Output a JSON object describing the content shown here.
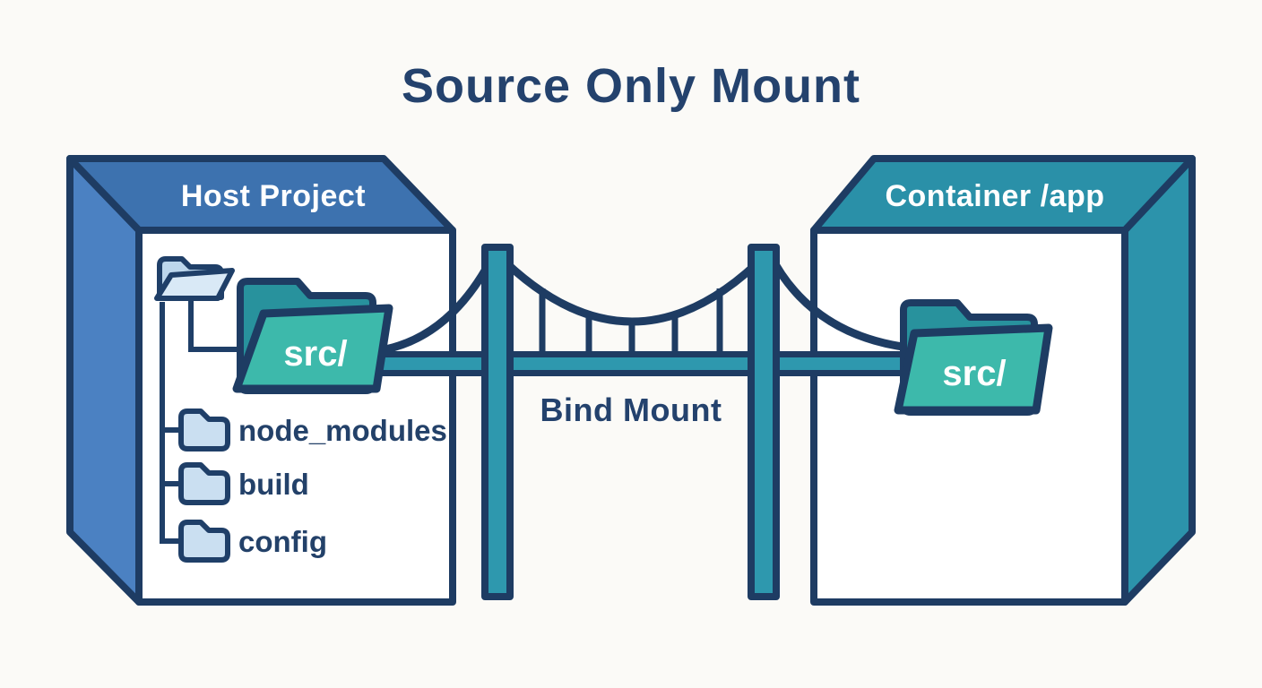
{
  "title": "Source Only Mount",
  "host_box": {
    "label": "Host Project",
    "src_folder_label": "src/",
    "folders": [
      "node_modules",
      "build",
      "config"
    ]
  },
  "container_box": {
    "label": "Container /app",
    "src_folder_label": "src/"
  },
  "bridge": {
    "label": "Bind Mount"
  },
  "icons": {
    "host_root": "open-folder-icon",
    "host_src": "folder-icon",
    "container_src": "folder-icon",
    "tree_items": "folder-icon",
    "link": "suspension-bridge-icon"
  },
  "colors": {
    "background": "#fbfaf7",
    "outline_navy": "#1e3c63",
    "text_navy": "#24426d",
    "host_top_face": "#3d72af",
    "host_side_face": "#4b81c2",
    "container_top_face": "#2a90a8",
    "container_side_face": "#2c93ab",
    "bridge_teal": "#2e98ae",
    "src_folder_back": "#28929d",
    "src_folder_front": "#3db9ab",
    "tree_folder_fill": "#cadff1",
    "label_white": "#ffffff"
  }
}
